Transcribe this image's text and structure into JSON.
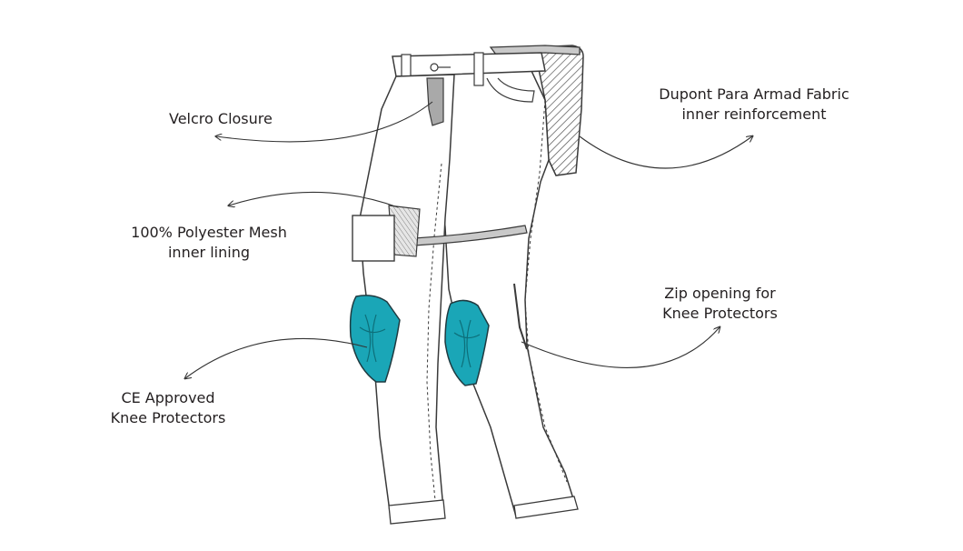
{
  "colors": {
    "outline": "#3a3a3a",
    "protector": "#1aa6b7",
    "reinforcement": "#c9c9c9",
    "velcro": "#a9a9a9",
    "text": "#231f20"
  },
  "callouts": {
    "velcro": {
      "line1": "Velcro Closure"
    },
    "mesh": {
      "line1": "100% Polyester Mesh",
      "line2": "inner lining"
    },
    "ce": {
      "line1": "CE Approved",
      "line2": "Knee Protectors"
    },
    "dupont": {
      "line1": "Dupont Para Armad Fabric",
      "line2": "inner reinforcement"
    },
    "zip": {
      "line1": "Zip opening for",
      "line2": "Knee Protectors"
    }
  }
}
